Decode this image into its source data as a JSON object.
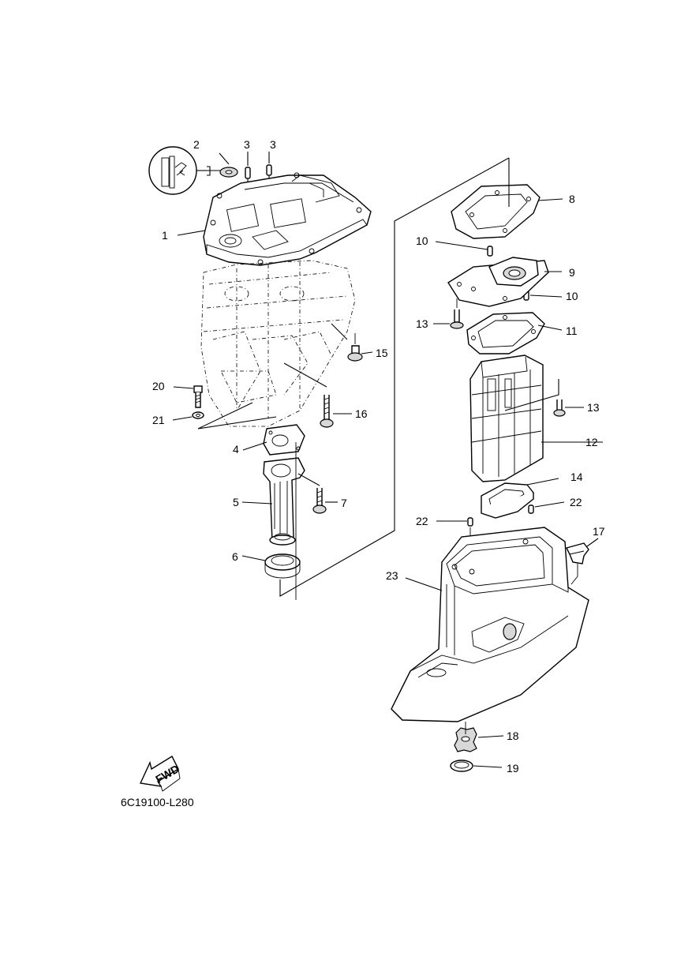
{
  "diagram": {
    "code": "6C19100-L280",
    "fwd_label": "FWD",
    "callouts": [
      {
        "id": "c2",
        "text": "2"
      },
      {
        "id": "c3a",
        "text": "3"
      },
      {
        "id": "c3b",
        "text": "3"
      },
      {
        "id": "c1",
        "text": "1"
      },
      {
        "id": "c8",
        "text": "8"
      },
      {
        "id": "c10a",
        "text": "10"
      },
      {
        "id": "c9",
        "text": "9"
      },
      {
        "id": "c10b",
        "text": "10"
      },
      {
        "id": "c13a",
        "text": "13"
      },
      {
        "id": "c11",
        "text": "11"
      },
      {
        "id": "c15",
        "text": "15"
      },
      {
        "id": "c20",
        "text": "20"
      },
      {
        "id": "c21",
        "text": "21"
      },
      {
        "id": "c16",
        "text": "16"
      },
      {
        "id": "c13b",
        "text": "13"
      },
      {
        "id": "c12",
        "text": "12"
      },
      {
        "id": "c4",
        "text": "4"
      },
      {
        "id": "c14",
        "text": "14"
      },
      {
        "id": "c5",
        "text": "5"
      },
      {
        "id": "c7",
        "text": "7"
      },
      {
        "id": "c22a",
        "text": "22"
      },
      {
        "id": "c22b",
        "text": "22"
      },
      {
        "id": "c17",
        "text": "17"
      },
      {
        "id": "c6",
        "text": "6"
      },
      {
        "id": "c23",
        "text": "23"
      },
      {
        "id": "c18",
        "text": "18"
      },
      {
        "id": "c19",
        "text": "19"
      }
    ]
  }
}
